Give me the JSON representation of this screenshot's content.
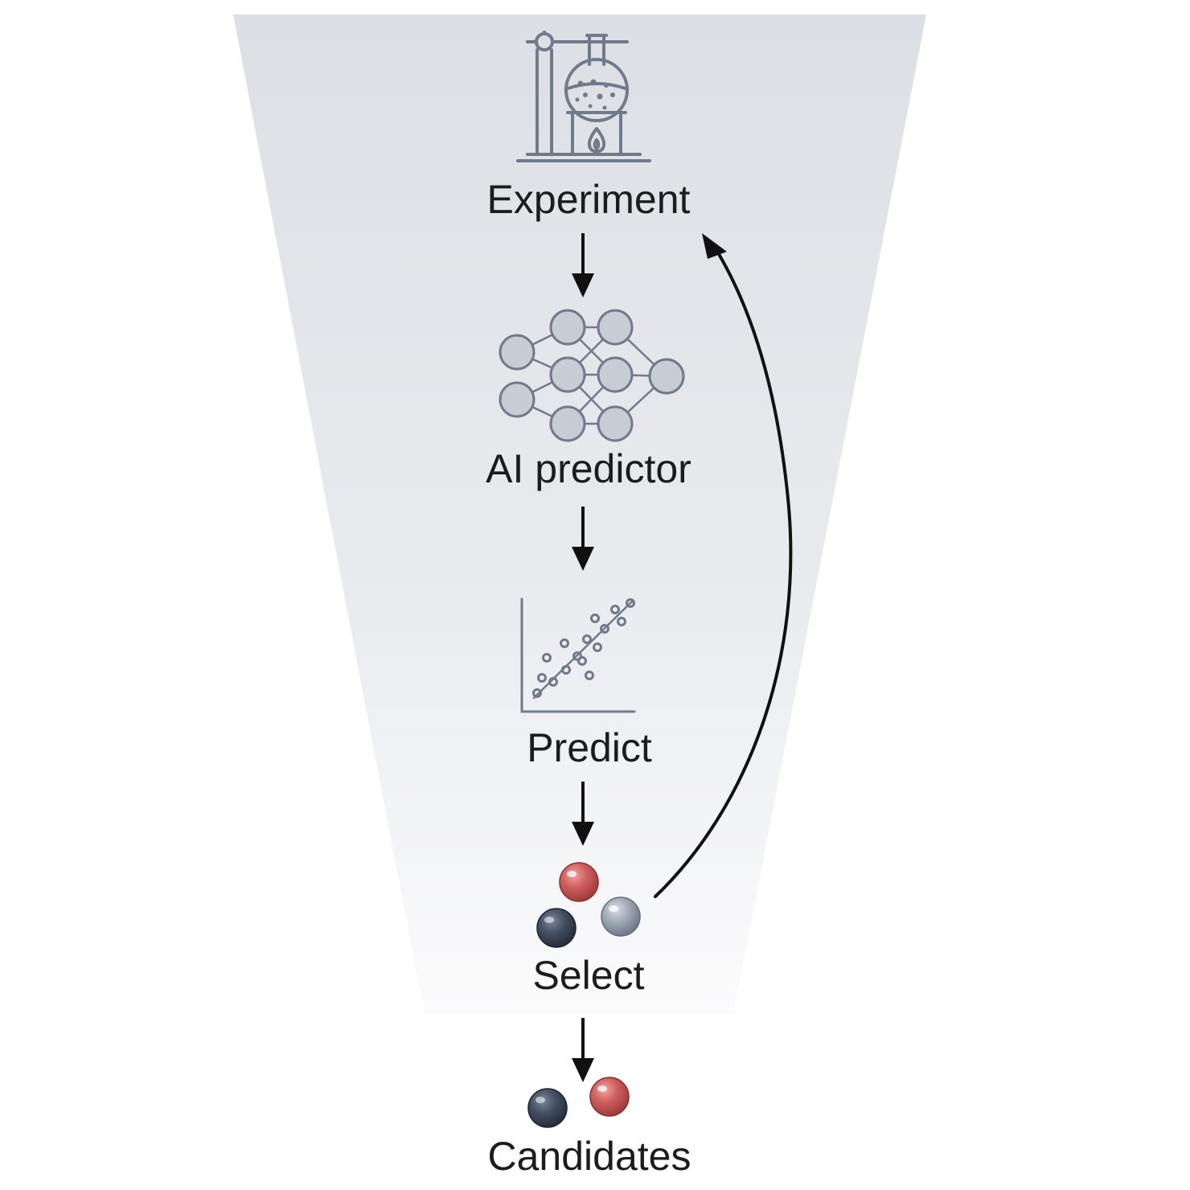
{
  "steps": {
    "experiment": "Experiment",
    "ai_predictor": "AI predictor",
    "predict": "Predict",
    "select": "Select",
    "candidates": "Candidates"
  },
  "icons": {
    "experiment": "lab-flask-burner-icon",
    "ai_predictor": "neural-network-icon",
    "predict": "scatter-plot-regression-icon",
    "select": "colored-spheres-icon"
  },
  "colors": {
    "funnel_top": "#dcdfe4",
    "funnel_bottom": "#fbfbfc",
    "icon_stroke": "#707a8a",
    "node_fill": "#c8ccd4",
    "sphere_red": "#cf5a5a",
    "sphere_dark": "#404a5c",
    "sphere_gray": "#9aa2b0",
    "arrow": "#111111"
  }
}
